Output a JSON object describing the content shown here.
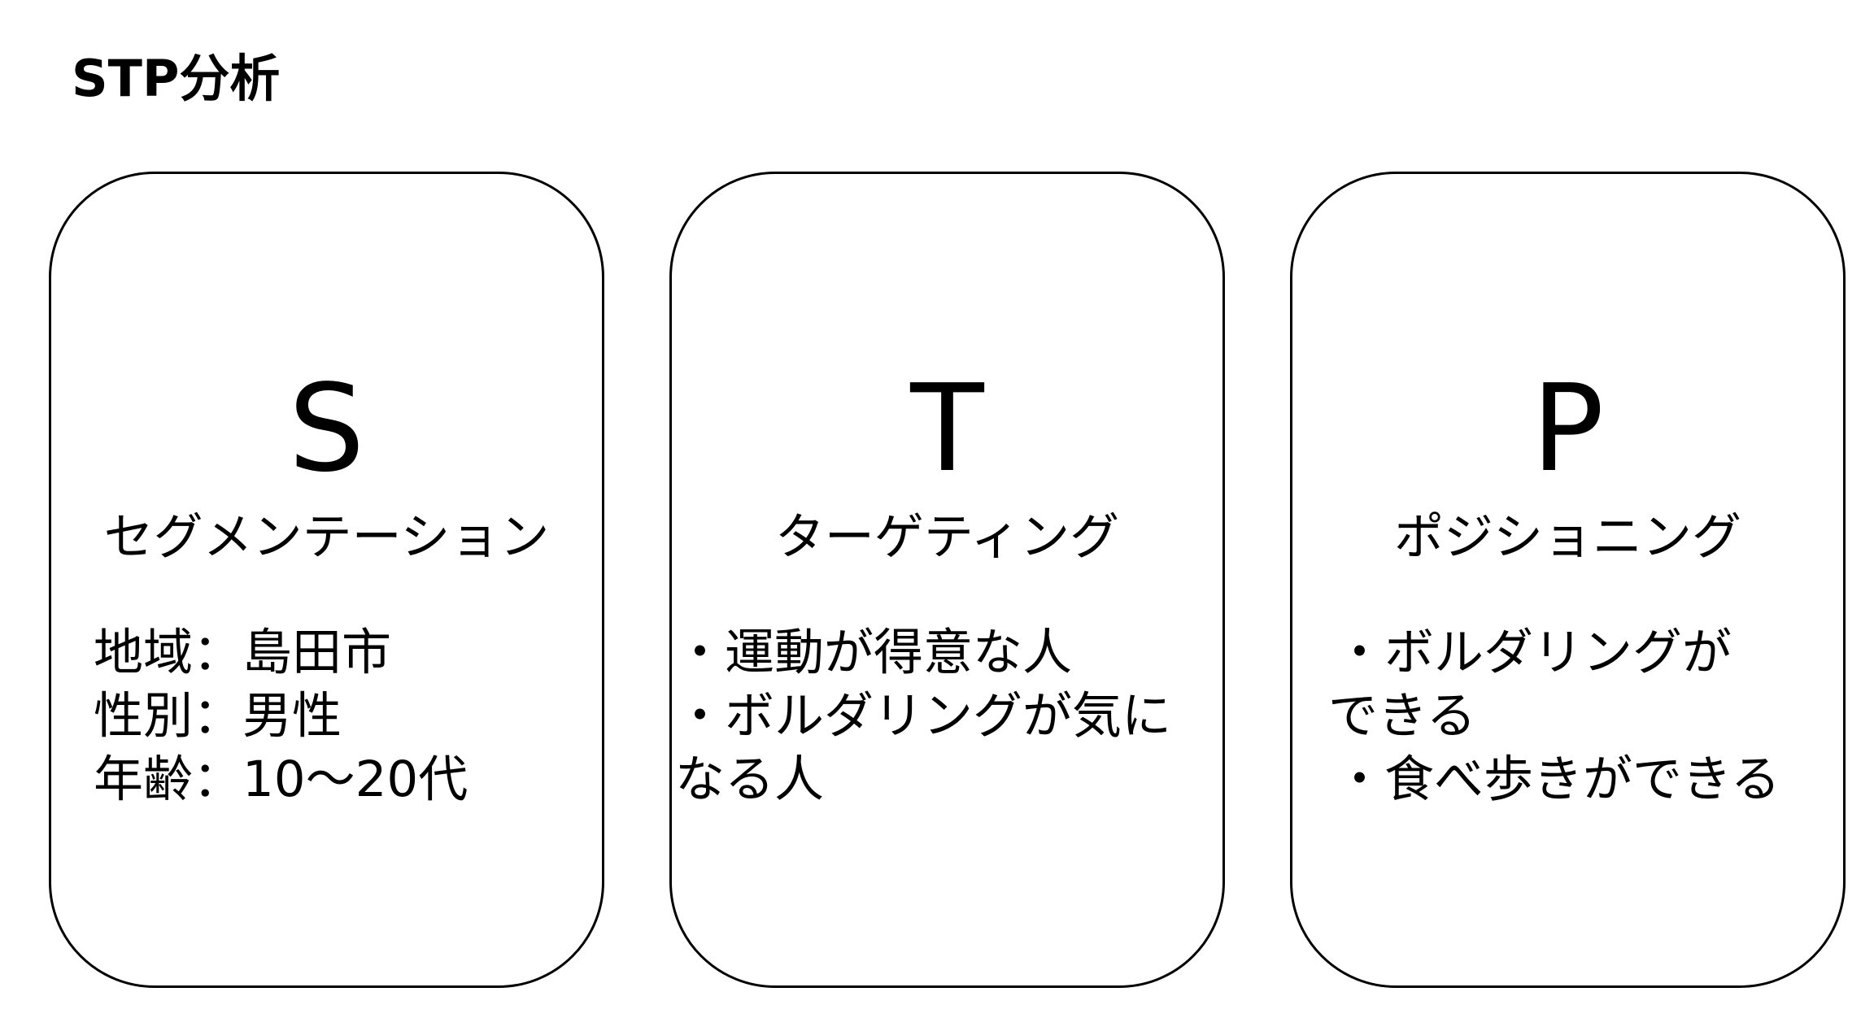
{
  "title": "STP分析",
  "cards": [
    {
      "letter": "S",
      "name": "セグメンテーション",
      "lines": [
        "地域：島田市",
        "性別：男性",
        "年齢：10〜20代"
      ]
    },
    {
      "letter": "T",
      "name": "ターゲティング",
      "lines": [
        "・運動が得意な人",
        "・ボルダリングが気に",
        "なる人"
      ]
    },
    {
      "letter": "P",
      "name": "ポジショニング",
      "lines": [
        "・ボルダリングが",
        "できる",
        "・食べ歩きができる"
      ]
    }
  ]
}
